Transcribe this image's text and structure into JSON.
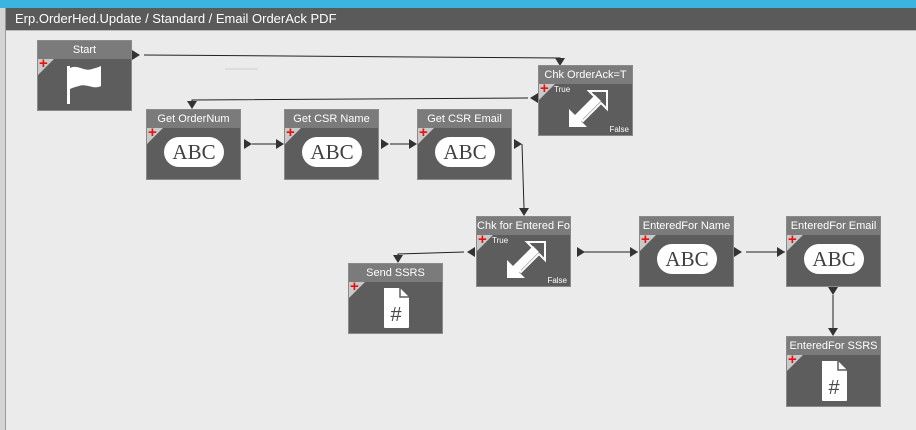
{
  "window": {
    "title": "Erp.OrderHed.Update / Standard / Email OrderAck PDF"
  },
  "nodes": {
    "start": {
      "label": "Start",
      "icon": "flag-icon"
    },
    "chk_orderack": {
      "label": "Chk OrderAck=T",
      "true_label": "True",
      "false_label": "False",
      "icon": "condition-icon"
    },
    "get_ordernum": {
      "label": "Get OrderNum",
      "value_text": "ABC",
      "icon": "abc-icon"
    },
    "get_csr_name": {
      "label": "Get CSR Name",
      "value_text": "ABC",
      "icon": "abc-icon"
    },
    "get_csr_email": {
      "label": "Get CSR Email",
      "value_text": "ABC",
      "icon": "abc-icon"
    },
    "chk_entered_for": {
      "label": "Chk for Entered Fo",
      "true_label": "True",
      "false_label": "False",
      "icon": "condition-icon"
    },
    "send_ssrs": {
      "label": "Send SSRS",
      "doc_symbol": "#",
      "icon": "document-icon"
    },
    "enteredfor_name": {
      "label": "EnteredFor Name",
      "value_text": "ABC",
      "icon": "abc-icon"
    },
    "enteredfor_email": {
      "label": "EnteredFor Email",
      "value_text": "ABC",
      "icon": "abc-icon"
    },
    "enteredfor_ssrs": {
      "label": "EnteredFor SSRS",
      "doc_symbol": "#",
      "icon": "document-icon"
    }
  },
  "colors": {
    "accent_strip": "#3cb4e0",
    "node_body": "#5d5d5d",
    "node_header": "#7b7b7b",
    "add_marker": "#e81010",
    "canvas": "#ebebeb"
  }
}
